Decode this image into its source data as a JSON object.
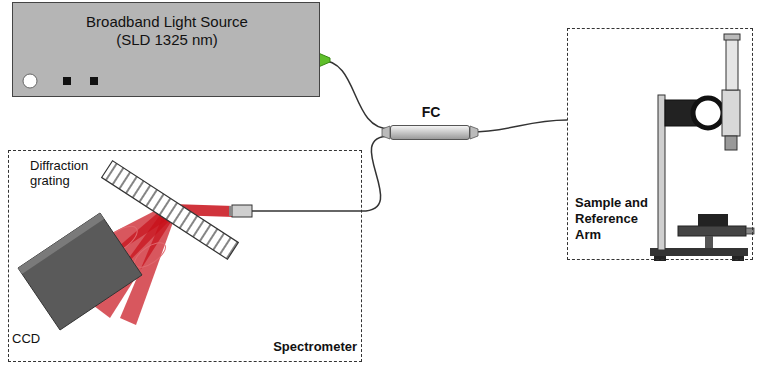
{
  "diagram": {
    "nodes": [
      {
        "text": [
          "Broadband Light Source (SLD 1325 nm)"
        ]
      },
      {
        "text": [
          "FC"
        ]
      },
      {
        "text": [
          "Sample and Reference Arm"
        ]
      },
      {
        "text": [
          "Spectrometer"
        ]
      }
    ],
    "edges": [
      {
        "from": 0,
        "to": 1,
        "arrow": "none"
      },
      {
        "from": 1,
        "to": 2,
        "arrow": "none"
      },
      {
        "from": 1,
        "to": 3,
        "arrow": "none"
      }
    ],
    "labels": [
      "Diffraction grating",
      "CCD"
    ]
  }
}
